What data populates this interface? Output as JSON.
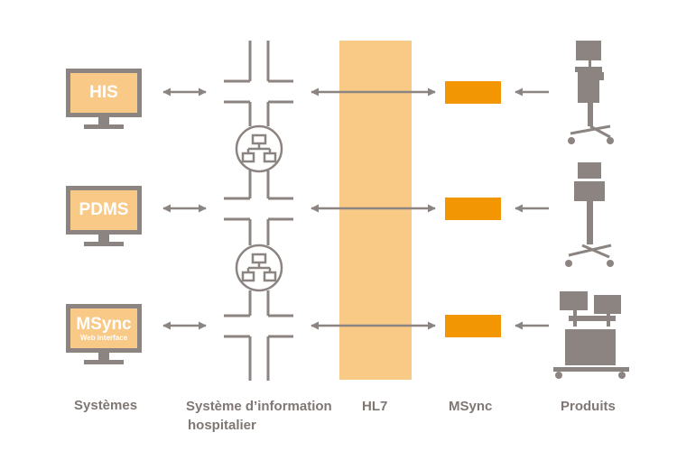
{
  "colors": {
    "gray": "#8c8480",
    "label_gray": "#7f7773",
    "screen_fill": "#f8c987",
    "hl7_band": "#f8ca86",
    "msync_block": "#f29603"
  },
  "systems": [
    {
      "label": "HIS",
      "sublabel": ""
    },
    {
      "label": "PDMS",
      "sublabel": ""
    },
    {
      "label": "MSync",
      "sublabel": "Web interface"
    }
  ],
  "icons": {
    "network": "network-hub-icon",
    "products": [
      "infusion-cart-icon",
      "pump-stand-icon",
      "workstation-cart-icon"
    ]
  },
  "columns": {
    "systems": "Systèmes",
    "his_line1": "Système d’information",
    "his_line2": "hospitalier",
    "hl7": "HL7",
    "msync": "MSync",
    "products": "Produits"
  }
}
